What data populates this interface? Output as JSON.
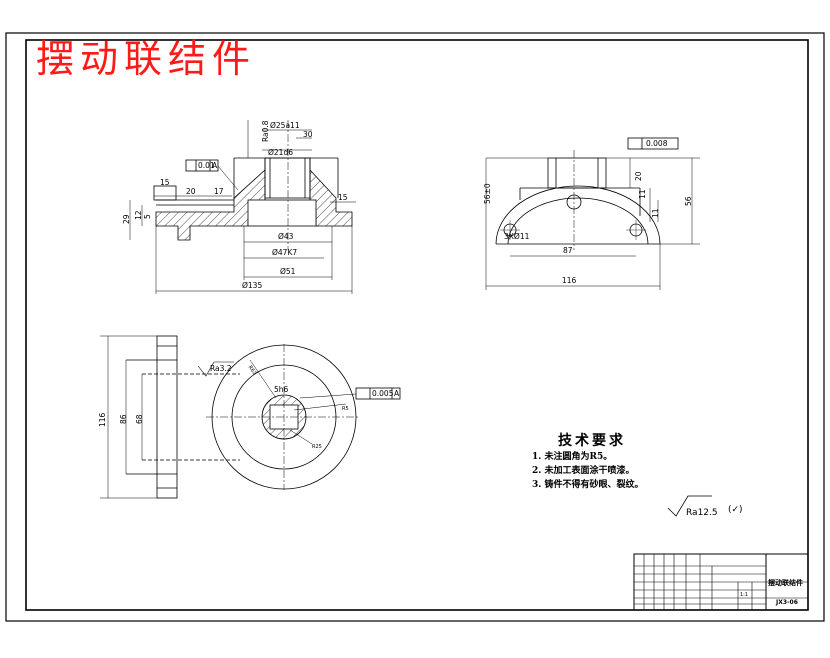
{
  "title": "摆动联结件",
  "tech_requirements": {
    "heading": "技术要求",
    "items": [
      "1. 未注圆角为R5。",
      "2. 未加工表面涂干喷漆。",
      "3. 铸件不得有砂眼、裂纹。"
    ]
  },
  "roughness_note": "Ra12.5",
  "roughness_suffix": "(✓)",
  "title_block": {
    "part_name": "摆动联结件",
    "drawing_no": "JX3-06",
    "scale": "1:1"
  },
  "dims_front": {
    "d25": "Ø25a11",
    "d21": "Ø21d6",
    "d43": "Ø43",
    "d47": "Ø47K7",
    "d51": "Ø51",
    "d135": "Ø135",
    "w15": "15",
    "w20": "20",
    "w17": "17",
    "h29": "29",
    "h12": "12",
    "h5": "5",
    "w15r": "15",
    "w30": "30",
    "flat": "0.01",
    "flat_ref": "A",
    "ra": "Ra0.8"
  },
  "dims_side": {
    "d5": "56±0",
    "h20": "20",
    "h11a": "11",
    "h11b": "11",
    "h56": "56",
    "w87": "87",
    "w116": "116",
    "holes": "3XØ11",
    "tol": "0.008"
  },
  "dims_top": {
    "h116": "116",
    "h86": "86",
    "h68": "68",
    "d5h6": "5h6",
    "rough": "Ra3.2",
    "perp": "0.005",
    "perp_ref": "A",
    "r1": "R5",
    "r2": "R25",
    "r3": "R62"
  }
}
